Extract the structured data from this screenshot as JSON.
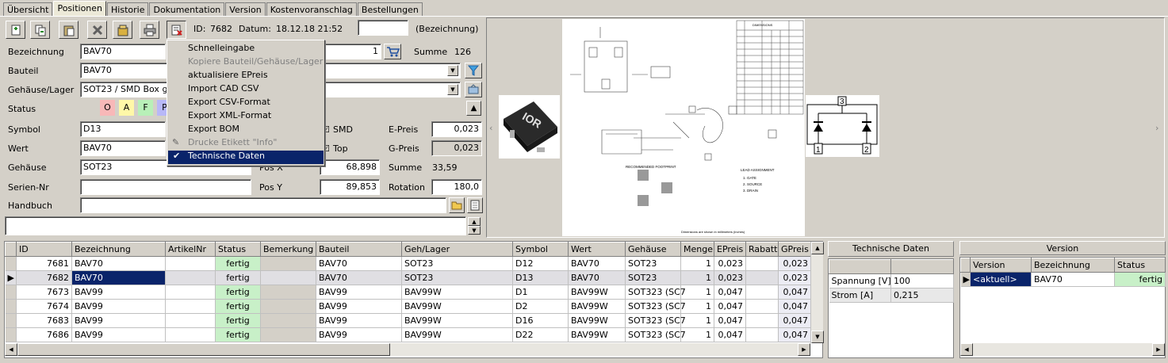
{
  "tabs": [
    "Übersicht",
    "Positionen",
    "Historie",
    "Dokumentation",
    "Version",
    "Kostenvoranschlag",
    "Bestellungen"
  ],
  "active_tab": "Positionen",
  "header": {
    "id_label": "ID:",
    "id_value": "7682",
    "datum_label": "Datum:",
    "datum_value": "18.12.18 21:52",
    "bezeichnung_hint": "(Bezeichnung)"
  },
  "form": {
    "bezeichnung_label": "Bezeichnung",
    "bezeichnung_value": "BAV70",
    "qty_value": "1",
    "summe_label": "Summe",
    "summe_value": "126",
    "bauteil_label": "Bauteil",
    "bauteil_value": "BAV70",
    "gehaeuse_lager_label": "Gehäuse/Lager",
    "gehaeuse_lager_value": "SOT23 / SMD Box gelb",
    "status_label": "Status",
    "status_chips": [
      "O",
      "A",
      "F",
      "P"
    ],
    "symbol_label": "Symbol",
    "symbol_value": "D13",
    "smd_label": "SMD",
    "epreis_label": "E-Preis",
    "epreis_value": "0,023",
    "wert_label": "Wert",
    "wert_value": "BAV70",
    "top_label": "Top",
    "gpreis_label": "G-Preis",
    "gpreis_value": "0,023",
    "gehaeuse_label": "Gehäuse",
    "gehaeuse_value": "SOT23",
    "posx_label": "Pos X",
    "posx_value": "68,898",
    "summe2_label": "Summe",
    "summe2_value": "33,59",
    "seriennr_label": "Serien-Nr",
    "seriennr_value": "",
    "posy_label": "Pos Y",
    "posy_value": "89,853",
    "rotation_label": "Rotation",
    "rotation_value": "180,0",
    "handbuch_label": "Handbuch",
    "handbuch_value": ""
  },
  "context_menu": [
    {
      "label": "Schnelleingabe",
      "state": "normal"
    },
    {
      "label": "Kopiere Bauteil/Gehäuse/Lager",
      "state": "disabled"
    },
    {
      "label": "aktualisiere EPreis",
      "state": "normal"
    },
    {
      "label": "Import CAD CSV",
      "state": "normal"
    },
    {
      "label": "Export CSV-Format",
      "state": "normal"
    },
    {
      "label": "Export XML-Format",
      "state": "normal"
    },
    {
      "label": "Export BOM",
      "state": "normal"
    },
    {
      "label": "Drucke Etikett \"Info\"",
      "state": "disabled"
    },
    {
      "label": "Technische Daten",
      "state": "selected"
    }
  ],
  "datasheet_text": {
    "recommended_footprint": "RECOMMENDED FOOTPRINT",
    "lead_assignment": "LEAD ASSIGNMENT",
    "leads": [
      "1. GATE",
      "2. SOURCE",
      "3. DRAIN"
    ],
    "dim_note": "Dimensions are shown in millimeters (inches)",
    "dimensions_title": "DIMENSIONS",
    "pin_labels": [
      "3",
      "1",
      "2"
    ]
  },
  "positions_table": {
    "columns": [
      "ID",
      "Bezeichnung",
      "ArtikelNr",
      "Status",
      "Bemerkung",
      "Bauteil",
      "Geh/Lager",
      "Symbol",
      "Wert",
      "Gehäuse",
      "Menge",
      "EPreis",
      "Rabatt",
      "GPreis"
    ],
    "rows": [
      [
        "7681",
        "BAV70",
        "",
        "fertig",
        "",
        "BAV70",
        "SOT23",
        "D12",
        "BAV70",
        "SOT23",
        "1",
        "0,023",
        "",
        "0,023"
      ],
      [
        "7682",
        "BAV70",
        "",
        "fertig",
        "",
        "BAV70",
        "SOT23",
        "D13",
        "BAV70",
        "SOT23",
        "1",
        "0,023",
        "",
        "0,023"
      ],
      [
        "7673",
        "BAV99",
        "",
        "fertig",
        "",
        "BAV99",
        "BAV99W",
        "D1",
        "BAV99W",
        "SOT323 (SC7",
        "1",
        "0,047",
        "",
        "0,047"
      ],
      [
        "7674",
        "BAV99",
        "",
        "fertig",
        "",
        "BAV99",
        "BAV99W",
        "D2",
        "BAV99W",
        "SOT323 (SC7",
        "1",
        "0,047",
        "",
        "0,047"
      ],
      [
        "7683",
        "BAV99",
        "",
        "fertig",
        "",
        "BAV99",
        "BAV99W",
        "D16",
        "BAV99W",
        "SOT323 (SC7",
        "1",
        "0,047",
        "",
        "0,047"
      ],
      [
        "7686",
        "BAV99",
        "",
        "fertig",
        "",
        "BAV99",
        "BAV99W",
        "D22",
        "BAV99W",
        "SOT323 (SC7",
        "1",
        "0,047",
        "",
        "0,047"
      ]
    ],
    "selected_row": 1
  },
  "tech_panel": {
    "title": "Technische Daten",
    "rows": [
      [
        "Spannung [V]",
        "100"
      ],
      [
        "Strom [A]",
        "0,215"
      ]
    ]
  },
  "version_panel": {
    "title": "Version",
    "columns": [
      "Version",
      "Bezeichnung",
      "Status"
    ],
    "rows": [
      [
        "<aktuell>",
        "BAV70",
        "fertig"
      ]
    ]
  }
}
